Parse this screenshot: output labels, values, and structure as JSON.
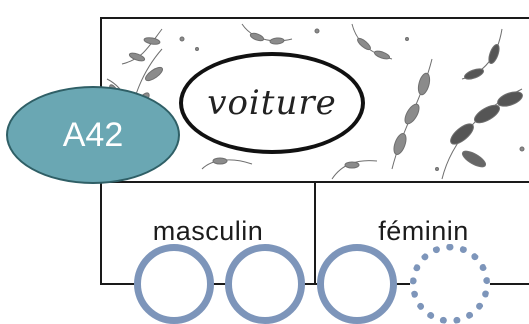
{
  "card": {
    "word": "voiture",
    "code": "A42",
    "options": [
      {
        "label": "masculin"
      },
      {
        "label": "féminin"
      }
    ]
  },
  "colors": {
    "badge": "#6aa7b3",
    "peg": "#7d95ba",
    "frame": "#1a1a1a"
  },
  "pegs": [
    {
      "style": "solid"
    },
    {
      "style": "solid"
    },
    {
      "style": "solid"
    },
    {
      "style": "dashed"
    }
  ]
}
